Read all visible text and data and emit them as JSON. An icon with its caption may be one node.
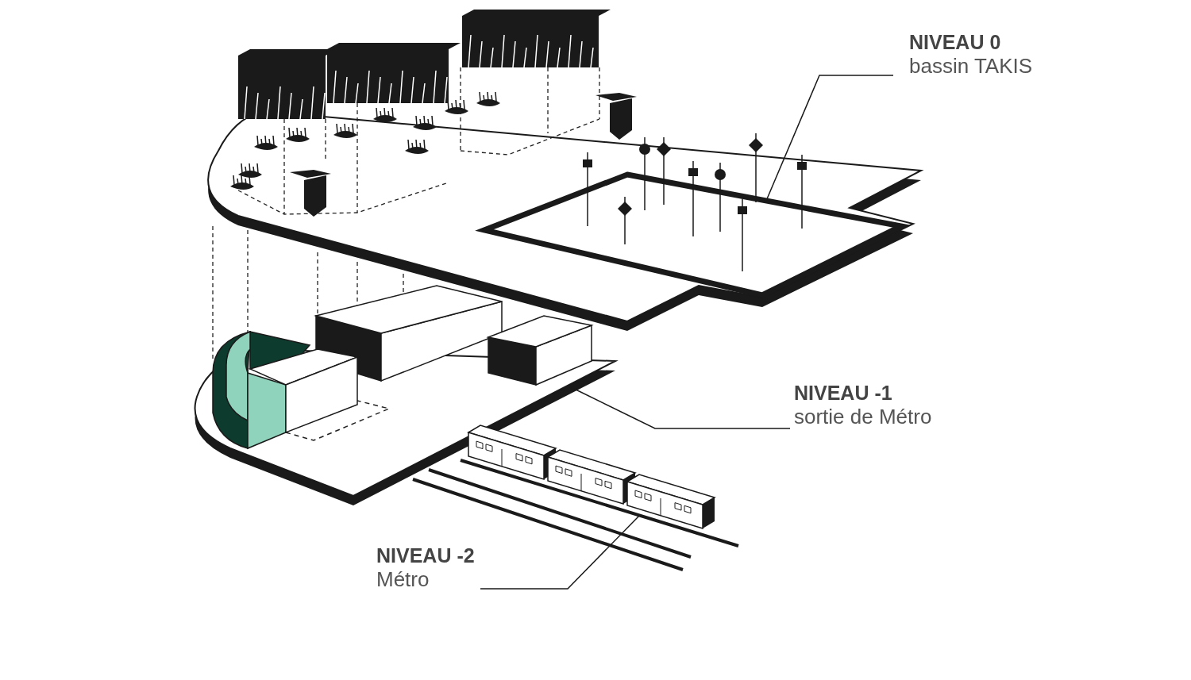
{
  "diagram": {
    "nodes": [
      {
        "text": [
          "NIVEAU 0",
          "bassin TAKIS"
        ]
      },
      {
        "text": [],
        "shape": "box"
      },
      {
        "text": [
          "NIVEAU -1",
          "sortie de Métro"
        ]
      },
      {
        "text": [],
        "shape": "box"
      },
      {
        "text": [
          "NIVEAU -2",
          "Métro"
        ]
      },
      {
        "text": [],
        "shape": "bar"
      }
    ],
    "edges": [
      {
        "from": 0,
        "to": 1,
        "arrow": "none"
      },
      {
        "from": 2,
        "to": 3,
        "arrow": "none"
      },
      {
        "from": 4,
        "to": 5,
        "arrow": "none"
      }
    ]
  }
}
